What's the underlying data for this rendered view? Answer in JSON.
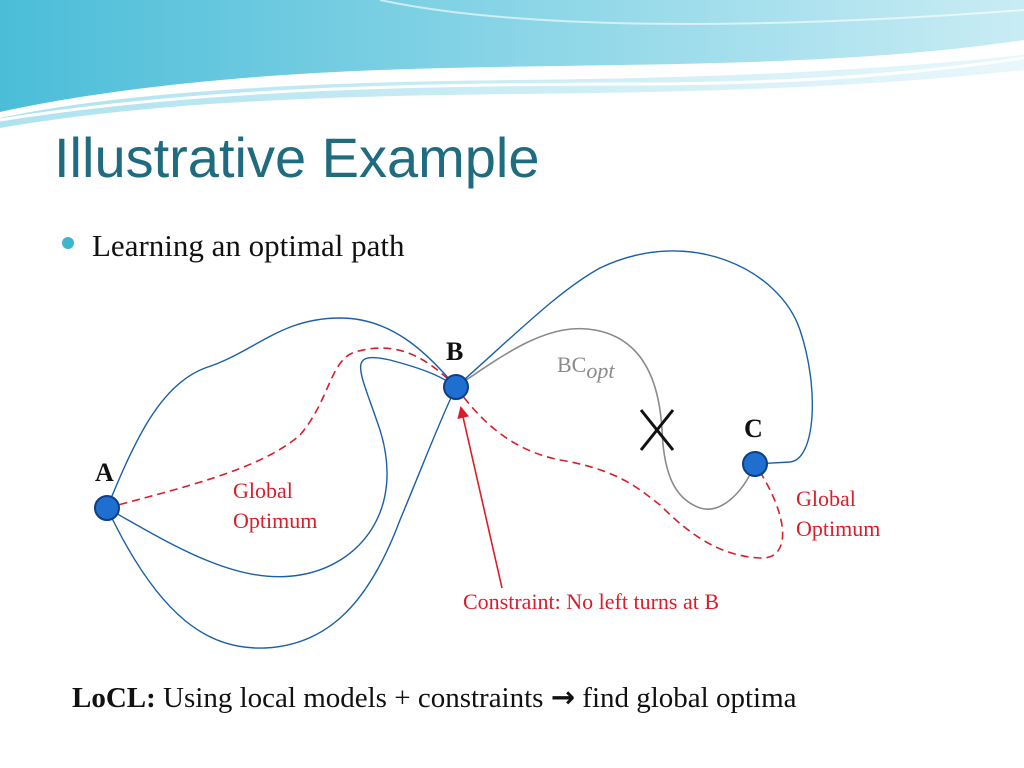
{
  "slide": {
    "title": "Illustrative Example",
    "bullet": "Learning an optimal path"
  },
  "diagram": {
    "nodes": {
      "a": "A",
      "b": "B",
      "c": "C"
    },
    "bc_opt_base": "BC",
    "bc_opt_sub": "opt",
    "cross_mark": "X",
    "label_left_line1": "Global",
    "label_left_line2": "Optimum",
    "label_right_line1": "Global",
    "label_right_line2": "Optimum",
    "constraint": "Constraint: No left turns at B"
  },
  "footer": {
    "bold": "LoCL:",
    "text": "Using local models + constraints",
    "arrow": "→",
    "tail": "find global optima"
  },
  "colors": {
    "title": "#1f6b80",
    "path_blue": "#1a5fa8",
    "path_red": "#d81e2b",
    "path_gray": "#8a8a8a",
    "node_fill": "#1e6fd0",
    "node_stroke": "#0d3f88",
    "bullet": "#3fb4cf"
  }
}
